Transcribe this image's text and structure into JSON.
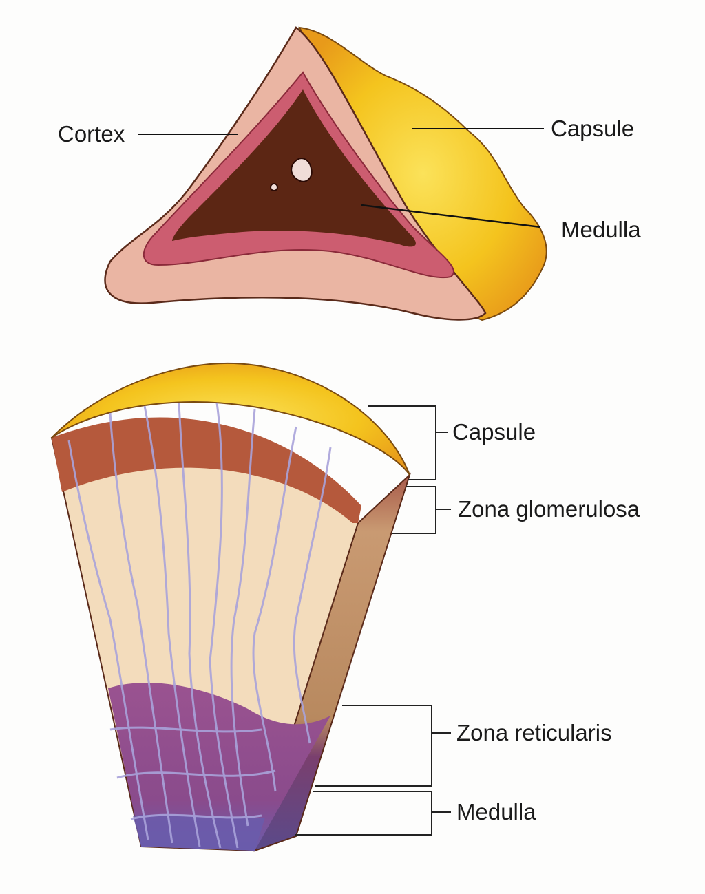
{
  "top_figure": {
    "labels": {
      "cortex": "Cortex",
      "capsule": "Capsule",
      "medulla": "Medulla"
    }
  },
  "bottom_figure": {
    "labels": {
      "capsule": "Capsule",
      "zona_glomerulosa": "Zona glomerulosa",
      "zona_reticularis": "Zona reticularis",
      "medulla": "Medulla"
    }
  },
  "colors": {
    "capsule": "#f2c21c",
    "cortex": "#e9b3a2",
    "cortex_rim": "#c95a6e",
    "medulla_top": "#5a2412",
    "glomerulosa": "#b4573a",
    "fasciculata": "#f3dcbc",
    "reticularis": "#8e4a88",
    "medulla_bottom": "#6a5aa8",
    "vessels": "#a7a2d8"
  }
}
